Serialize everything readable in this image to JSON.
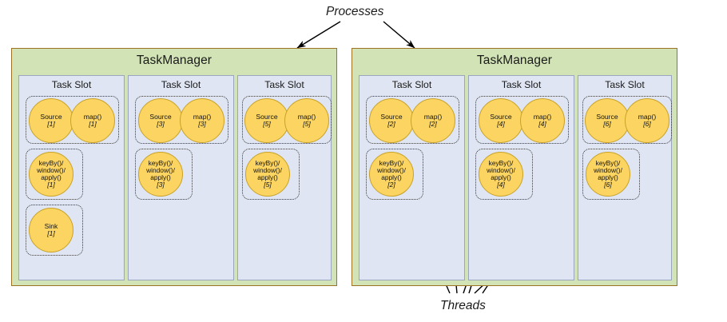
{
  "diagram": {
    "title_processes": "Processes",
    "title_threads": "Threads",
    "colors": {
      "taskmanager_fill": "#d2e3b6",
      "taskmanager_border": "#9d7225",
      "task_slot_fill": "#dfe5f2",
      "task_slot_border": "#9aa6bd",
      "operator_fill": "#fbd462",
      "operator_border": "#c9a227",
      "group_border": "#3b3b3b",
      "arrow": "#000000",
      "text": "#1a1a1a",
      "background": "#ffffff"
    }
  },
  "taskmanagers": [
    {
      "name": "taskmanager-left",
      "title": "TaskManager",
      "slots": [
        {
          "title": "Task Slot",
          "groups": [
            {
              "name": "chain-source-map",
              "operators": [
                {
                  "name": "Source",
                  "index": "[1]"
                },
                {
                  "name": "map()",
                  "index": "[1]"
                }
              ]
            },
            {
              "name": "chain-window",
              "operators": [
                {
                  "name": "keyBy()/\nwindow()/\napply()",
                  "lines": [
                    "keyBy()/",
                    "window()/",
                    "apply()"
                  ],
                  "index": "[1]"
                }
              ]
            },
            {
              "name": "chain-sink",
              "operators": [
                {
                  "name": "Sink",
                  "index": "[1]"
                }
              ]
            }
          ]
        },
        {
          "title": "Task Slot",
          "groups": [
            {
              "name": "chain-source-map",
              "operators": [
                {
                  "name": "Source",
                  "index": "[3]"
                },
                {
                  "name": "map()",
                  "index": "[3]"
                }
              ]
            },
            {
              "name": "chain-window",
              "operators": [
                {
                  "name": "keyBy()/\nwindow()/\napply()",
                  "lines": [
                    "keyBy()/",
                    "window()/",
                    "apply()"
                  ],
                  "index": "[3]"
                }
              ]
            }
          ]
        },
        {
          "title": "Task Slot",
          "groups": [
            {
              "name": "chain-source-map",
              "operators": [
                {
                  "name": "Source",
                  "index": "[5]"
                },
                {
                  "name": "map()",
                  "index": "[5]"
                }
              ]
            },
            {
              "name": "chain-window",
              "operators": [
                {
                  "name": "keyBy()/\nwindow()/\napply()",
                  "lines": [
                    "keyBy()/",
                    "window()/",
                    "apply()"
                  ],
                  "index": "[5]"
                }
              ]
            }
          ]
        }
      ]
    },
    {
      "name": "taskmanager-right",
      "title": "TaskManager",
      "slots": [
        {
          "title": "Task Slot",
          "groups": [
            {
              "name": "chain-source-map",
              "operators": [
                {
                  "name": "Source",
                  "index": "[2]"
                },
                {
                  "name": "map()",
                  "index": "[2]"
                }
              ]
            },
            {
              "name": "chain-window",
              "operators": [
                {
                  "name": "keyBy()/\nwindow()/\napply()",
                  "lines": [
                    "keyBy()/",
                    "window()/",
                    "apply()"
                  ],
                  "index": "[2]"
                }
              ]
            }
          ]
        },
        {
          "title": "Task Slot",
          "groups": [
            {
              "name": "chain-source-map",
              "operators": [
                {
                  "name": "Source",
                  "index": "[4]"
                },
                {
                  "name": "map()",
                  "index": "[4]"
                }
              ]
            },
            {
              "name": "chain-window",
              "operators": [
                {
                  "name": "keyBy()/\nwindow()/\napply()",
                  "lines": [
                    "keyBy()/",
                    "window()/",
                    "apply()"
                  ],
                  "index": "[4]"
                }
              ]
            }
          ]
        },
        {
          "title": "Task Slot",
          "groups": [
            {
              "name": "chain-source-map",
              "operators": [
                {
                  "name": "Source",
                  "index": "[6]"
                },
                {
                  "name": "map()",
                  "index": "[6]"
                }
              ]
            },
            {
              "name": "chain-window",
              "operators": [
                {
                  "name": "keyBy()/\nwindow()/\napply()",
                  "lines": [
                    "keyBy()/",
                    "window()/",
                    "apply()"
                  ],
                  "index": "[6]"
                }
              ]
            }
          ]
        }
      ]
    }
  ]
}
